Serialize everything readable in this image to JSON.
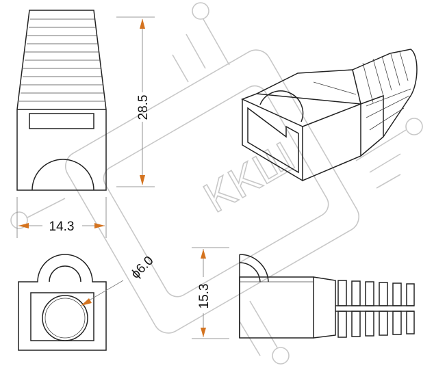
{
  "dimensions": {
    "length": "28.5",
    "width": "14.3",
    "cable_diameter": "ϕ6.0",
    "height": "15.3"
  },
  "watermark": {
    "text": "KKШ"
  },
  "colors": {
    "arrow": "#d4731f",
    "line": "#222222",
    "watermark": "#c8c8c8"
  }
}
